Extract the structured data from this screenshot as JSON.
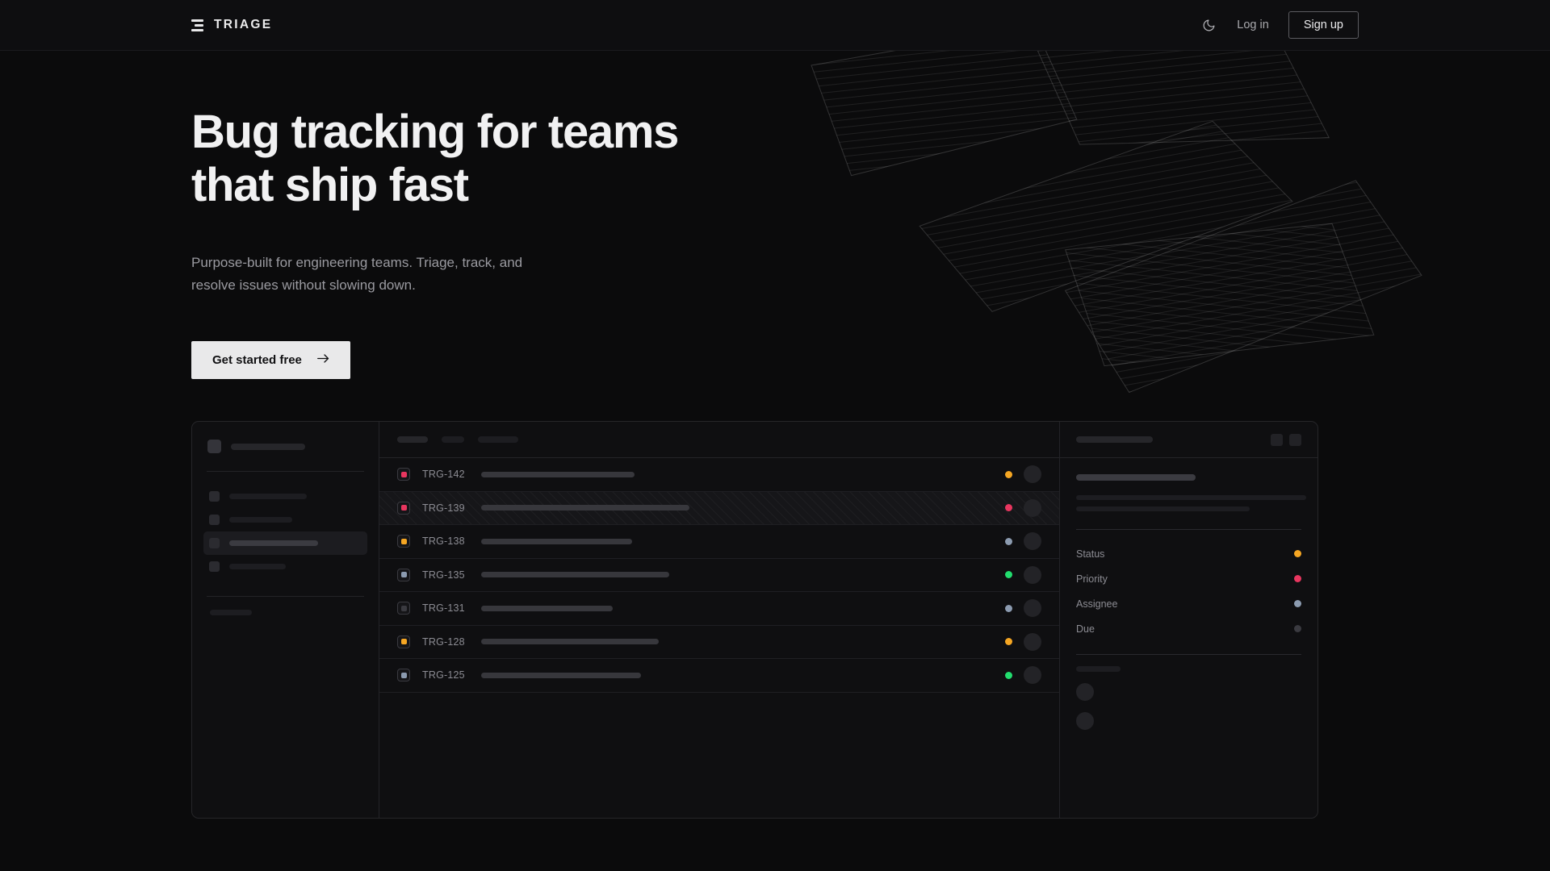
{
  "brand": {
    "name": "TRIAGE",
    "logo_icon": "stacked-bars-logo-icon"
  },
  "nav": {
    "theme_toggle_icon": "moon-icon",
    "login_label": "Log in",
    "signup_label": "Sign up"
  },
  "hero": {
    "headline": "Bug tracking for teams\nthat ship fast",
    "subhead": "Purpose-built for engineering teams. Triage, track, and\nresolve issues without slowing down.",
    "cta_label": "Get started free",
    "cta_arrow_icon": "arrow-right-icon"
  },
  "colors": {
    "page_bg": "#0b0b0c",
    "nav_bg": "#0e0e10",
    "panel_bg": "#0f0f11",
    "border": "#262629",
    "text_primary": "#f1f1f2",
    "text_muted": "#9a9aa0",
    "cta_bg": "#e9e9ea",
    "priority_high": "#e8365f",
    "priority_medium": "#f5a623",
    "status_done": "#22dd6e",
    "status_progress": "#f5a623",
    "status_review": "#e8365f",
    "status_idle": "#8c9bb0",
    "status_none": "#3a3a40"
  },
  "mockup": {
    "sidebar": {
      "workspace_placeholder": "workspace-skeleton",
      "nav_items": [
        {
          "active": false,
          "width": 96
        },
        {
          "active": false,
          "width": 78
        },
        {
          "active": true,
          "width": 110
        },
        {
          "active": false,
          "width": 70
        }
      ],
      "section_label_width": 52,
      "project_dots": 3
    },
    "toolbar_pills": [
      38,
      28,
      50
    ],
    "issues": [
      {
        "id": "TRG-142",
        "priority_color": "#e8365f",
        "title_width": 190,
        "status_color": "#f5a623",
        "selected": false
      },
      {
        "id": "TRG-139",
        "priority_color": "#e8365f",
        "title_width": 258,
        "status_color": "#e8365f",
        "selected": true
      },
      {
        "id": "TRG-138",
        "priority_color": "#f5a623",
        "title_width": 187,
        "status_color": "#8c9bb0",
        "selected": false
      },
      {
        "id": "TRG-135",
        "priority_color": "#8c9bb0",
        "title_width": 233,
        "status_color": "#22dd6e",
        "selected": false
      },
      {
        "id": "TRG-131",
        "priority_color": "#3a3a40",
        "title_width": 163,
        "status_color": "#8c9bb0",
        "selected": false
      },
      {
        "id": "TRG-128",
        "priority_color": "#f5a623",
        "title_width": 220,
        "status_color": "#f5a623",
        "selected": false
      },
      {
        "id": "TRG-125",
        "priority_color": "#8c9bb0",
        "title_width": 198,
        "status_color": "#22dd6e",
        "selected": false
      }
    ],
    "detail": {
      "header_title_width": 95,
      "header_icons": [
        "panel-icon-1",
        "panel-icon-2"
      ],
      "title_skeleton_width": 148,
      "body_skeletons": [
        285,
        215
      ],
      "fields": [
        {
          "label": "Status",
          "value_color": "#f5a623"
        },
        {
          "label": "Priority",
          "value_color": "#e8365f"
        },
        {
          "label": "Assignee",
          "value_color": "#8c9bb0"
        },
        {
          "label": "Due",
          "value_color": "#3a3a40"
        }
      ],
      "activity_label_width": 55,
      "activity_avatars": 2
    }
  }
}
